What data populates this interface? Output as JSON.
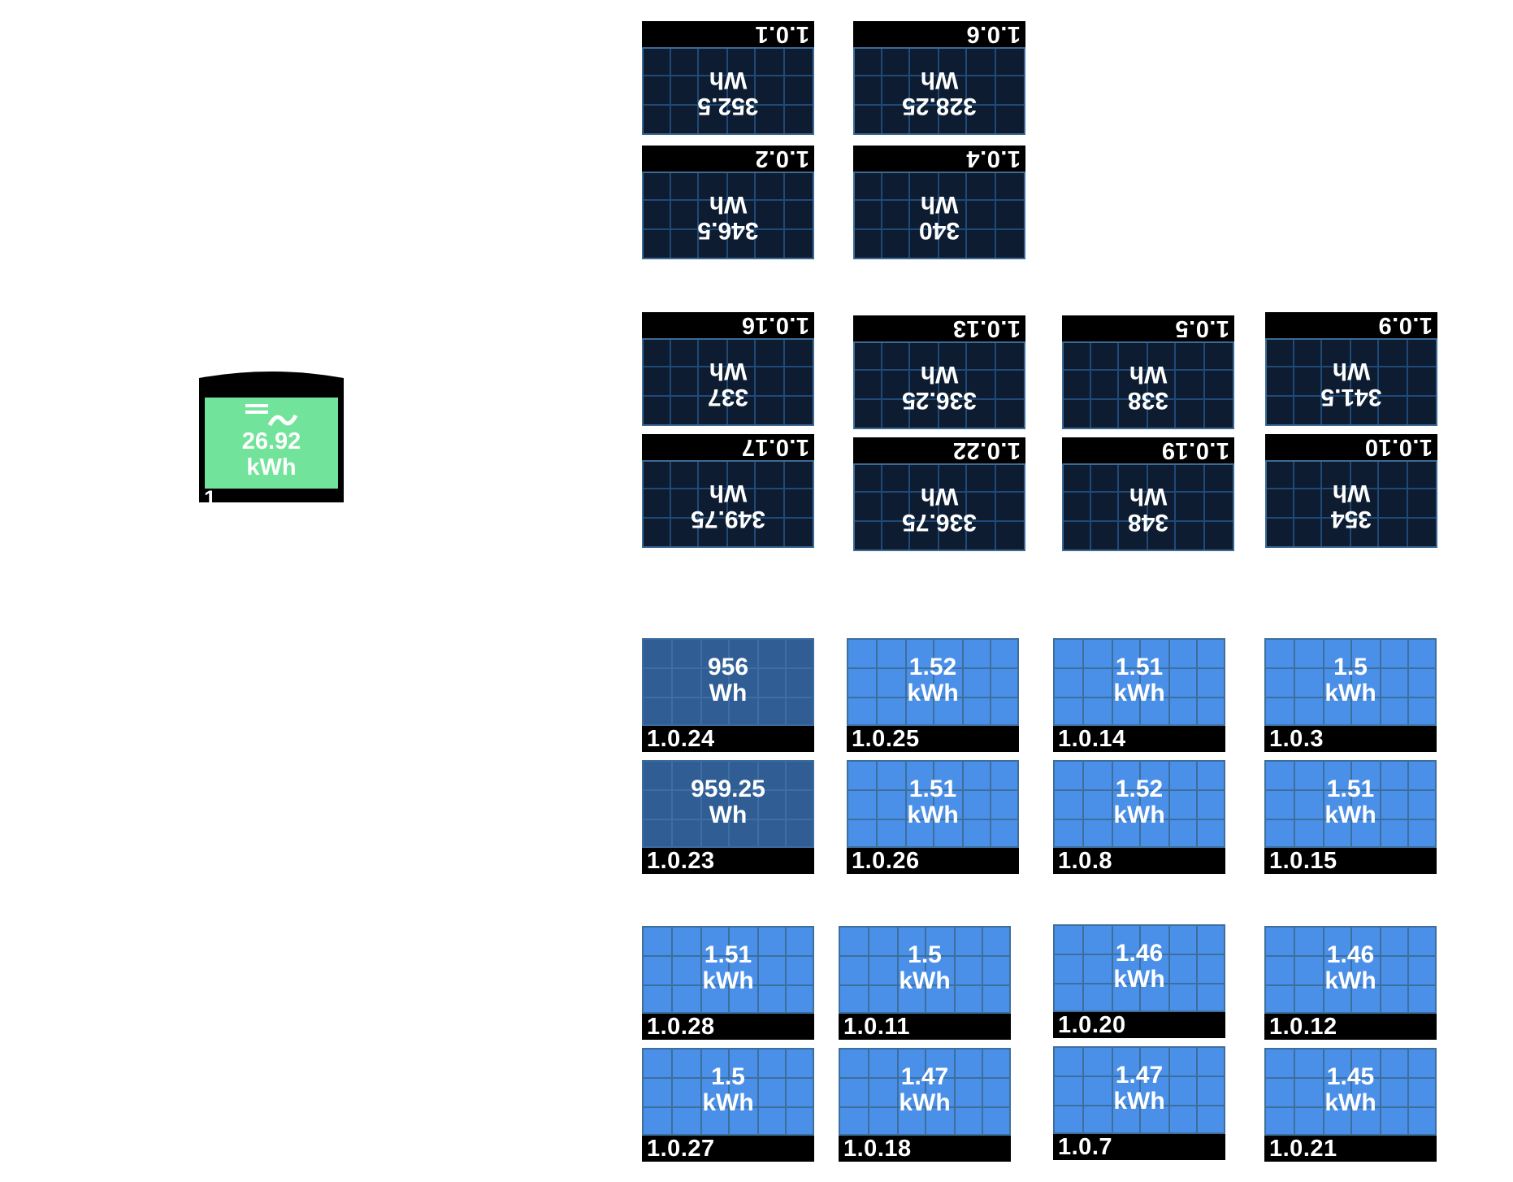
{
  "colors": {
    "background": "#ffffff",
    "meter_screen": "#72e39a",
    "panel_dark": "#0d1c30",
    "panel_mid": "#2f5d94",
    "panel_bright": "#4a8fe8",
    "label_bg": "#000000"
  },
  "meter": {
    "icon": "grid-meter-icon",
    "reading": "26.92",
    "unit": "kWh",
    "id": "1"
  },
  "panels": [
    {
      "id": "1.0.1",
      "value": "352.5",
      "unit": "Wh",
      "style": "dark",
      "orientation": "flipped"
    },
    {
      "id": "1.0.6",
      "value": "328.25",
      "unit": "Wh",
      "style": "dark",
      "orientation": "flipped"
    },
    {
      "id": "1.0.2",
      "value": "346.5",
      "unit": "Wh",
      "style": "dark",
      "orientation": "flipped"
    },
    {
      "id": "1.0.4",
      "value": "340",
      "unit": "Wh",
      "style": "dark",
      "orientation": "flipped"
    },
    {
      "id": "1.0.16",
      "value": "337",
      "unit": "Wh",
      "style": "dark",
      "orientation": "flipped"
    },
    {
      "id": "1.0.13",
      "value": "336.25",
      "unit": "Wh",
      "style": "dark",
      "orientation": "flipped"
    },
    {
      "id": "1.0.5",
      "value": "338",
      "unit": "Wh",
      "style": "dark",
      "orientation": "flipped"
    },
    {
      "id": "1.0.9",
      "value": "341.5",
      "unit": "Wh",
      "style": "dark",
      "orientation": "flipped"
    },
    {
      "id": "1.0.17",
      "value": "349.75",
      "unit": "Wh",
      "style": "dark",
      "orientation": "flipped"
    },
    {
      "id": "1.0.22",
      "value": "336.75",
      "unit": "Wh",
      "style": "dark",
      "orientation": "flipped"
    },
    {
      "id": "1.0.19",
      "value": "348",
      "unit": "Wh",
      "style": "dark",
      "orientation": "flipped"
    },
    {
      "id": "1.0.10",
      "value": "354",
      "unit": "Wh",
      "style": "dark",
      "orientation": "flipped"
    },
    {
      "id": "1.0.24",
      "value": "956",
      "unit": "Wh",
      "style": "mid",
      "orientation": "normal"
    },
    {
      "id": "1.0.25",
      "value": "1.52",
      "unit": "kWh",
      "style": "bright",
      "orientation": "normal"
    },
    {
      "id": "1.0.14",
      "value": "1.51",
      "unit": "kWh",
      "style": "bright",
      "orientation": "normal"
    },
    {
      "id": "1.0.3",
      "value": "1.5",
      "unit": "kWh",
      "style": "bright",
      "orientation": "normal"
    },
    {
      "id": "1.0.23",
      "value": "959.25",
      "unit": "Wh",
      "style": "mid",
      "orientation": "normal"
    },
    {
      "id": "1.0.26",
      "value": "1.51",
      "unit": "kWh",
      "style": "bright",
      "orientation": "normal"
    },
    {
      "id": "1.0.8",
      "value": "1.52",
      "unit": "kWh",
      "style": "bright",
      "orientation": "normal"
    },
    {
      "id": "1.0.15",
      "value": "1.51",
      "unit": "kWh",
      "style": "bright",
      "orientation": "normal"
    },
    {
      "id": "1.0.28",
      "value": "1.51",
      "unit": "kWh",
      "style": "bright",
      "orientation": "normal"
    },
    {
      "id": "1.0.11",
      "value": "1.5",
      "unit": "kWh",
      "style": "bright",
      "orientation": "normal"
    },
    {
      "id": "1.0.20",
      "value": "1.46",
      "unit": "kWh",
      "style": "bright",
      "orientation": "normal"
    },
    {
      "id": "1.0.12",
      "value": "1.46",
      "unit": "kWh",
      "style": "bright",
      "orientation": "normal"
    },
    {
      "id": "1.0.27",
      "value": "1.5",
      "unit": "kWh",
      "style": "bright",
      "orientation": "normal"
    },
    {
      "id": "1.0.18",
      "value": "1.47",
      "unit": "kWh",
      "style": "bright",
      "orientation": "normal"
    },
    {
      "id": "1.0.7",
      "value": "1.47",
      "unit": "kWh",
      "style": "bright",
      "orientation": "normal"
    },
    {
      "id": "1.0.21",
      "value": "1.45",
      "unit": "kWh",
      "style": "bright",
      "orientation": "normal"
    }
  ]
}
